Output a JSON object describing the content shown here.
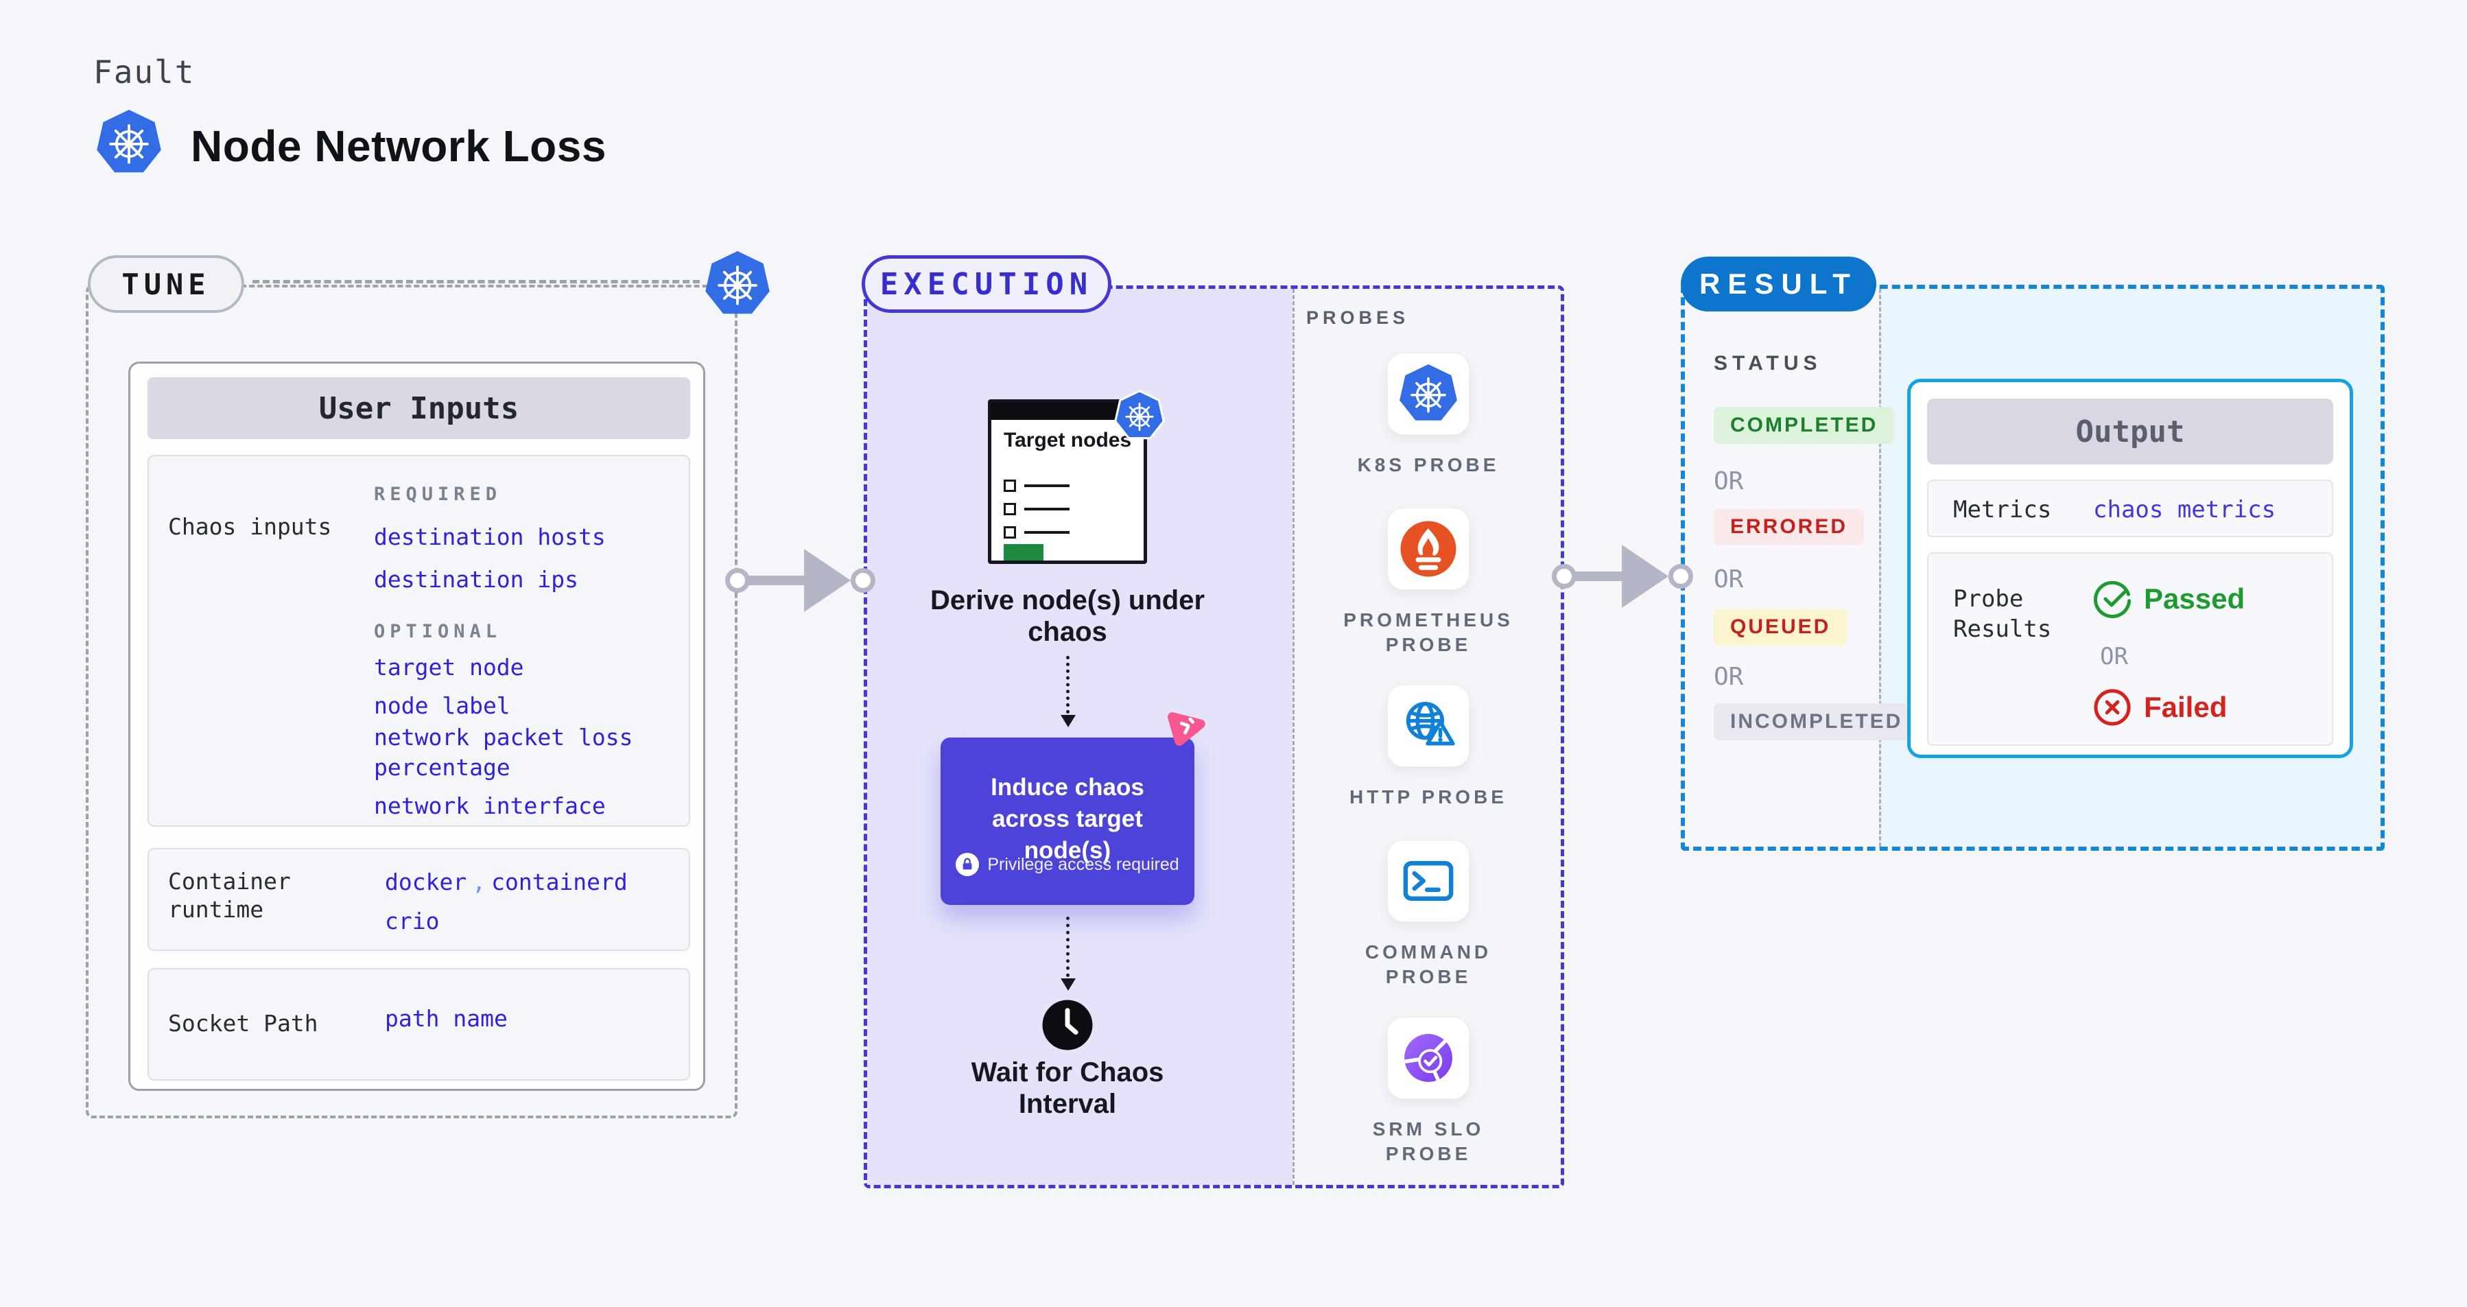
{
  "colors": {
    "page_bg": "#f5f6fa",
    "accent_indigo": "#4338d6",
    "accent_blue_value": "#2e21dd",
    "result_blue": "#0d76cc",
    "result_border_blue": "#1586d6",
    "output_border_cyan": "#14a3e0",
    "lavender_fill": "#e4e3fa",
    "cyan_fill": "#e8f5fd",
    "induce_box": "#4d43d8",
    "litmus_pink": "#f9578f",
    "kubernetes_blue": "#326de6",
    "prometheus_orange": "#e75225",
    "green_passed": "#1d9b30",
    "red_failed": "#d6221c"
  },
  "header": {
    "eyebrow": "Fault",
    "title": "Node Network Loss"
  },
  "tune": {
    "badge": "TUNE",
    "card_title": "User Inputs",
    "chaos_inputs": {
      "label": "Chaos inputs",
      "required_heading": "REQUIRED",
      "required": [
        "destination hosts",
        "destination ips"
      ],
      "optional_heading": "OPTIONAL",
      "optional": [
        "target node",
        "node label",
        "network packet loss percentage",
        "network interface"
      ]
    },
    "container_runtime": {
      "label": "Container runtime",
      "value_primary": "docker",
      "separator": ",",
      "value_secondary": "containerd",
      "value_tertiary": "crio"
    },
    "socket_path": {
      "label": "Socket Path",
      "value": "path name"
    }
  },
  "execution": {
    "badge": "EXECUTION",
    "target_nodes_title": "Target nodes",
    "derive_label": "Derive node(s) under chaos",
    "induce_label": "Induce chaos across target node(s)",
    "privilege_note": "Privilege access required",
    "wait_label": "Wait for Chaos Interval"
  },
  "probes": {
    "heading": "PROBES",
    "items": [
      {
        "label": "K8S PROBE",
        "icon": "kubernetes-icon"
      },
      {
        "label": "PROMETHEUS PROBE",
        "icon": "prometheus-icon"
      },
      {
        "label": "HTTP PROBE",
        "icon": "http-globe-icon"
      },
      {
        "label": "COMMAND PROBE",
        "icon": "terminal-icon"
      },
      {
        "label": "SRM SLO PROBE",
        "icon": "slo-pie-check-icon"
      }
    ]
  },
  "result": {
    "badge": "RESULT",
    "status_heading": "STATUS",
    "or_label": "OR",
    "statuses": [
      {
        "label": "COMPLETED",
        "bg": "#ddf2dd",
        "color": "#1b7f2c"
      },
      {
        "label": "ERRORED",
        "bg": "#fbe9e9",
        "color": "#c2211c"
      },
      {
        "label": "QUEUED",
        "bg": "#fcf3cf",
        "color": "#c2211c"
      },
      {
        "label": "INCOMPLETED",
        "bg": "#e8e9f0",
        "color": "#6e7386"
      }
    ],
    "output": {
      "title": "Output",
      "metrics_label": "Metrics",
      "metrics_value": "chaos metrics",
      "probe_results_label": "Probe Results",
      "passed_label": "Passed",
      "failed_label": "Failed"
    }
  }
}
